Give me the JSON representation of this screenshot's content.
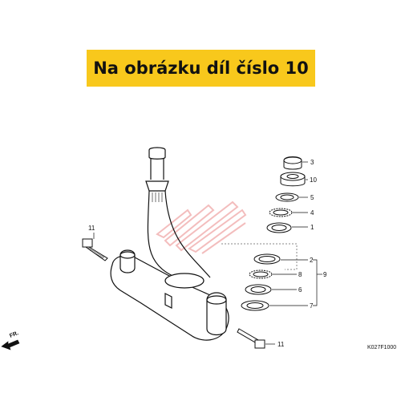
{
  "banner": {
    "text": "Na obrázku díl číslo 10",
    "color": "#f8c81c"
  },
  "diagram": {
    "direction_label": "FR.",
    "figure_code": "K027F1000",
    "callouts": [
      "3",
      "10",
      "5",
      "4",
      "1",
      "2",
      "8",
      "6",
      "7",
      "9",
      "11",
      "11"
    ]
  }
}
